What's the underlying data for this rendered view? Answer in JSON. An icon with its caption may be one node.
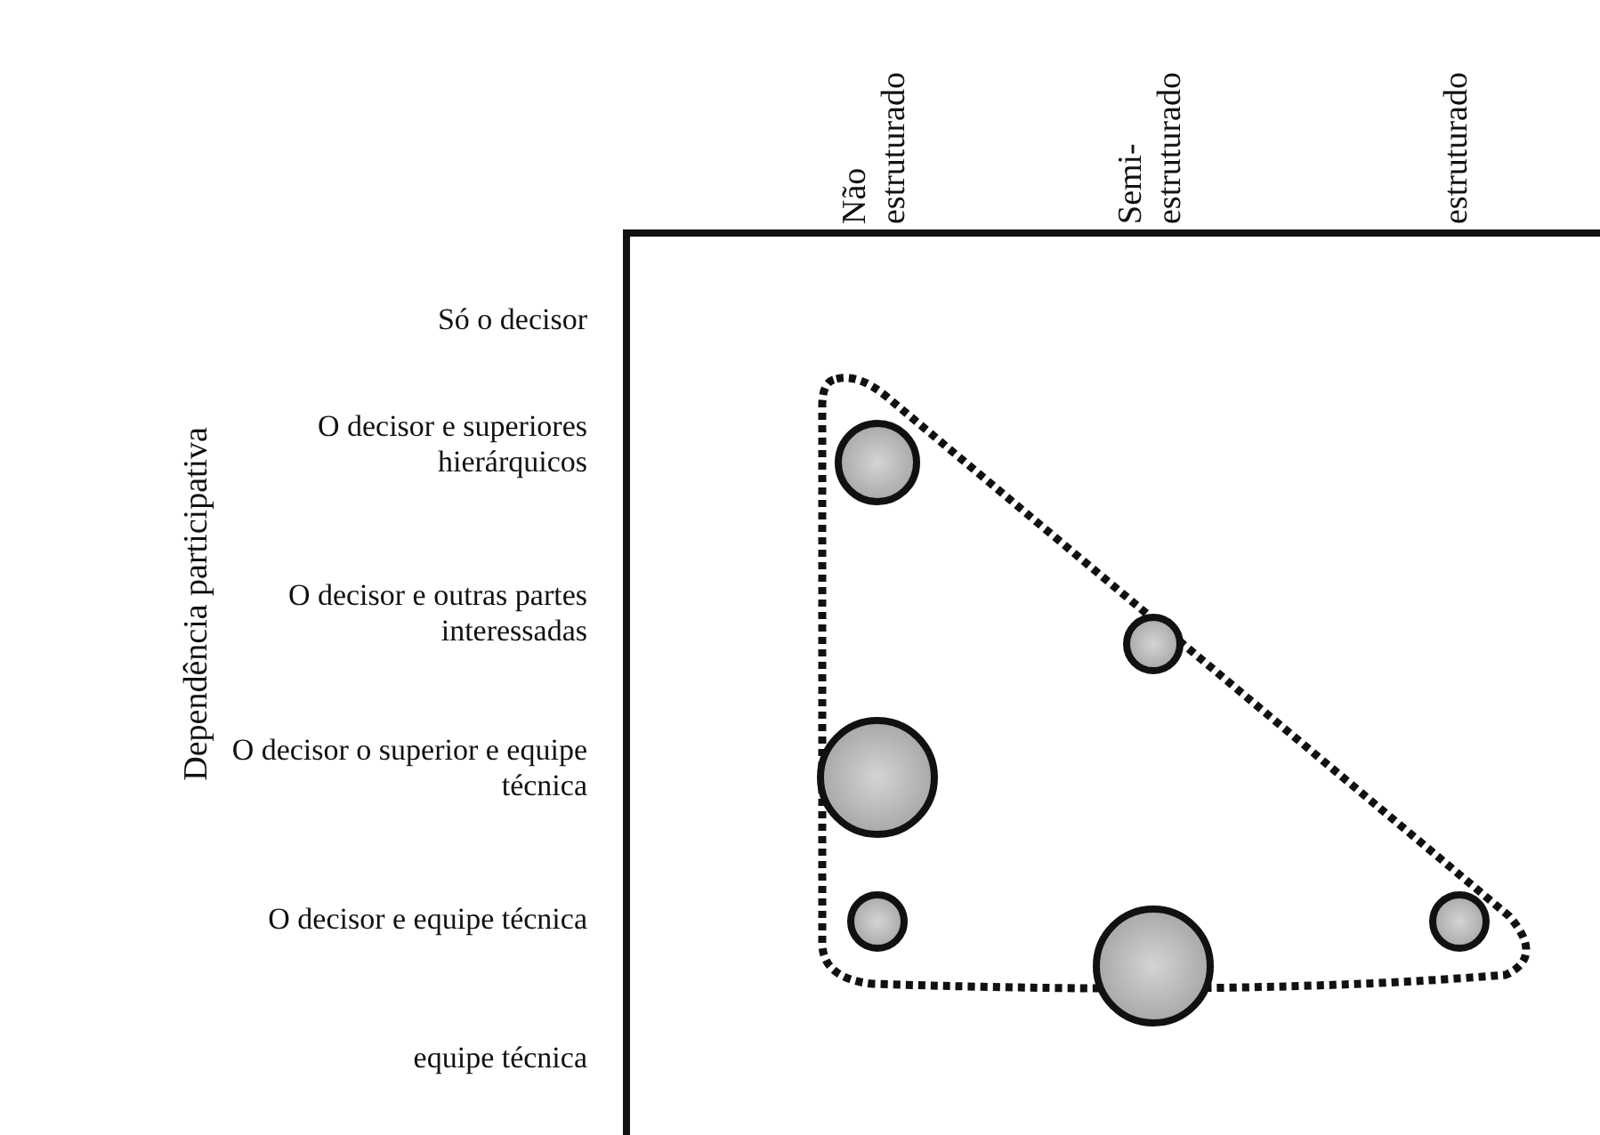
{
  "diagram": {
    "labels": [
      "Não estruturado",
      "Semi- estruturado",
      "estruturado",
      "Só o decisor",
      "O decisor e superiores hierárquicos",
      "O decisor e outras partes interessadas",
      "O decisor o superior e equipe técnica",
      "O decisor e equipe técnica",
      "equipe técnica",
      "Dependência participativa"
    ]
  }
}
